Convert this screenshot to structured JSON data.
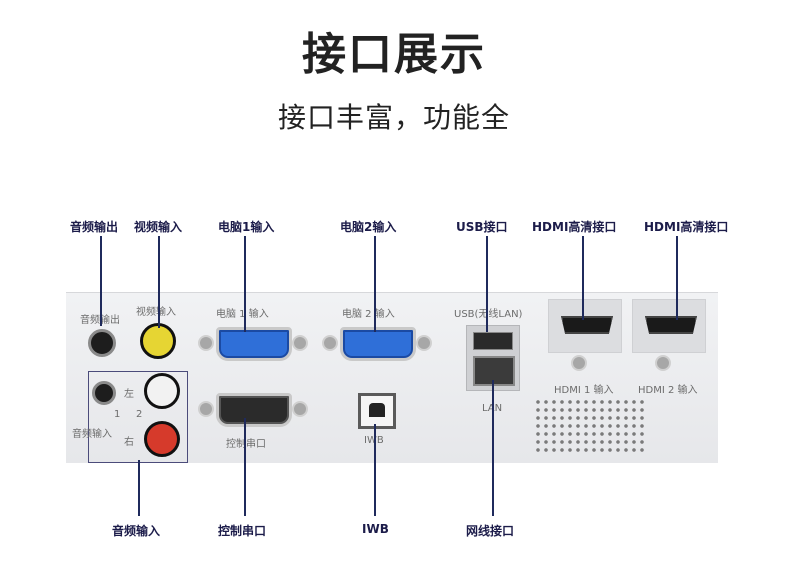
{
  "heading": {
    "title": "接口展示",
    "subtitle": "接口丰富，功能全"
  },
  "callouts_top": [
    "音频输出",
    "视频输入",
    "电脑1输入",
    "电脑2输入",
    "USB接口",
    "HDMI高清接口",
    "HDMI高清接口"
  ],
  "callouts_bottom": [
    "音频输入",
    "控制串口",
    "IWB",
    "网线接口"
  ],
  "panel": {
    "audio_out": "音频输出",
    "video_in": "视频输入",
    "pc1": "电脑 1 输入",
    "pc2": "电脑 2 输入",
    "usb": "USB(无线LAN)",
    "lan": "LAN",
    "hdmi1": "HDMI 1 输入",
    "hdmi2": "HDMI 2 输入",
    "left": "左",
    "right": "右",
    "audio_in": "音频输入",
    "serial": "控制串口",
    "iwb": "IWB",
    "n1": "1",
    "n2": "2"
  }
}
